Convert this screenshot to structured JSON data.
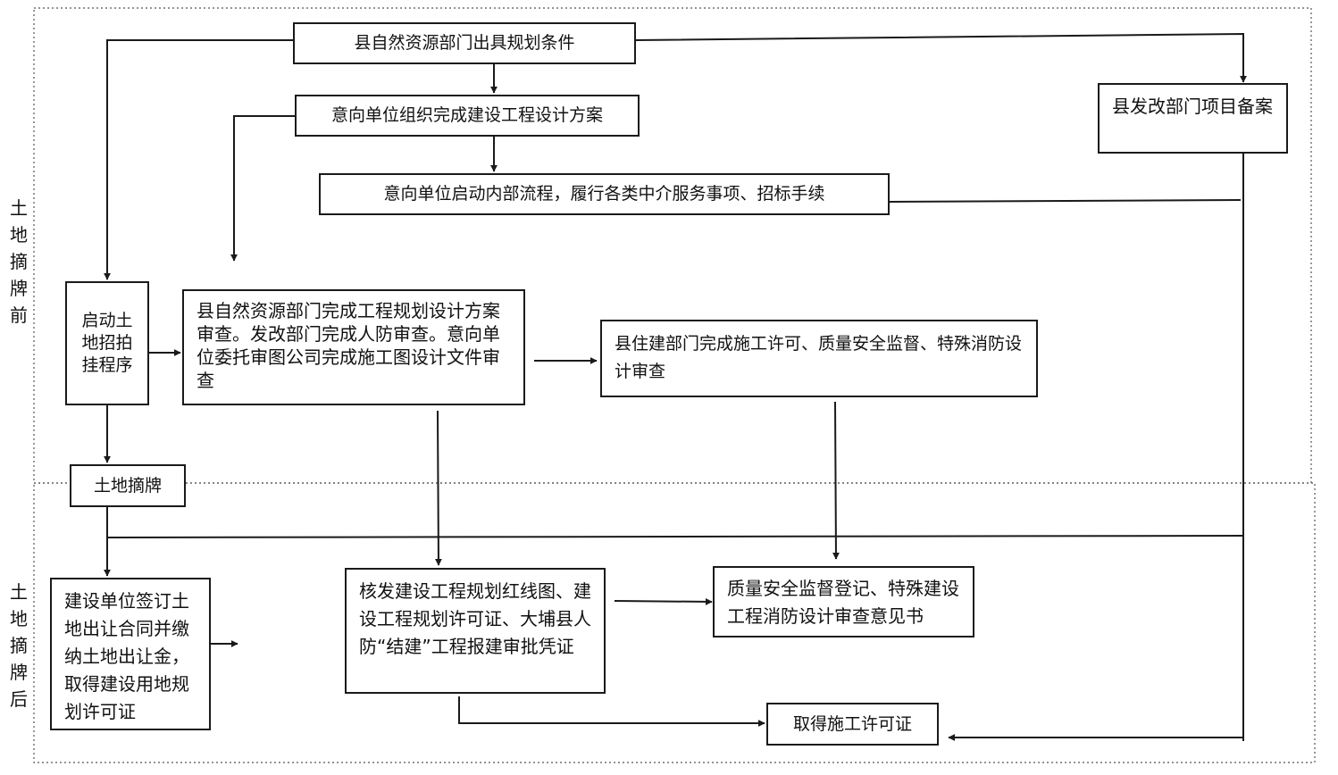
{
  "sections": {
    "before_label": "土地摘牌前",
    "after_label": "土地摘牌后"
  },
  "nodes": {
    "planning_conditions": "县自然资源部门出具规划条件",
    "design_scheme": "意向单位组织完成建设工程设计方案",
    "internal_process": "意向单位启动内部流程，履行各类中介服务事项、招标手续",
    "project_filing": "县发改部门项目备案",
    "land_auction": "启动土地招拍挂程序",
    "scheme_review": "县自然资源部门完成工程规划设计方案审查。发改部门完成人防审查。意向单位委托审图公司完成施工图设计文件审查",
    "housing_review": "县住建部门完成施工许可、质量安全监督、特殊消防设计审查",
    "land_delisting": "土地摘牌",
    "land_contract": "建设单位签订土地出让合同并缴纳土地出让金，取得建设用地规划许可证",
    "issue_permits": "核发建设工程规划红线图、建设工程规划许可证、大埔县人防“结建”工程报建审批凭证",
    "quality_registration": "质量安全监督登记、特殊建设工程消防设计审查意见书",
    "construction_permit": "取得施工许可证"
  },
  "colors": {
    "line": "#1a1a1a",
    "border_dotted": "#555555",
    "background": "#ffffff"
  }
}
